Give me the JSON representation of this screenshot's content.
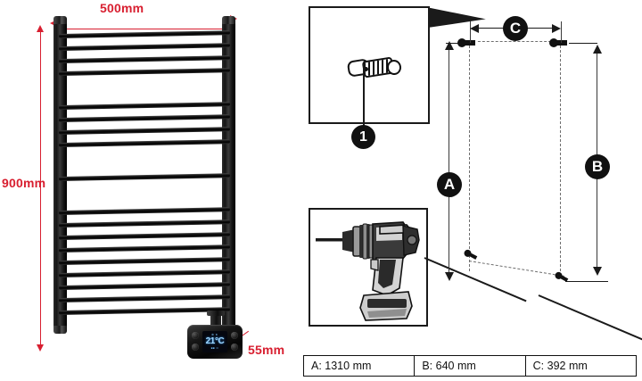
{
  "product": {
    "name": "heated-towel-rail",
    "color_hex": "#111111",
    "rail_count": 18,
    "dimensions": {
      "width_label": "500mm",
      "height_label": "900mm",
      "depth_label": "55mm"
    },
    "thermostat": {
      "temperature_label": "21°C",
      "top_icons": "❆ ★",
      "bottom_icons": "■■ ⊙",
      "button_count": 4
    }
  },
  "annotation_color_hex": "#d81f30",
  "installation": {
    "insets": [
      {
        "name": "wall-plug-inset",
        "callout_label": "1",
        "icon": "wall-anchor-screw-icon"
      },
      {
        "name": "drill-inset",
        "icon": "cordless-drill-icon"
      }
    ],
    "markers": [
      {
        "letter": "A",
        "orientation": "vertical"
      },
      {
        "letter": "B",
        "orientation": "vertical"
      },
      {
        "letter": "C",
        "orientation": "horizontal"
      }
    ],
    "screw_positions": [
      "top-left",
      "top-right",
      "bottom-left",
      "bottom-right"
    ]
  },
  "dimension_table": {
    "rows": [
      {
        "label": "A: 1310 mm"
      },
      {
        "label": "B: 640 mm"
      },
      {
        "label": "C: 392 mm"
      }
    ]
  }
}
